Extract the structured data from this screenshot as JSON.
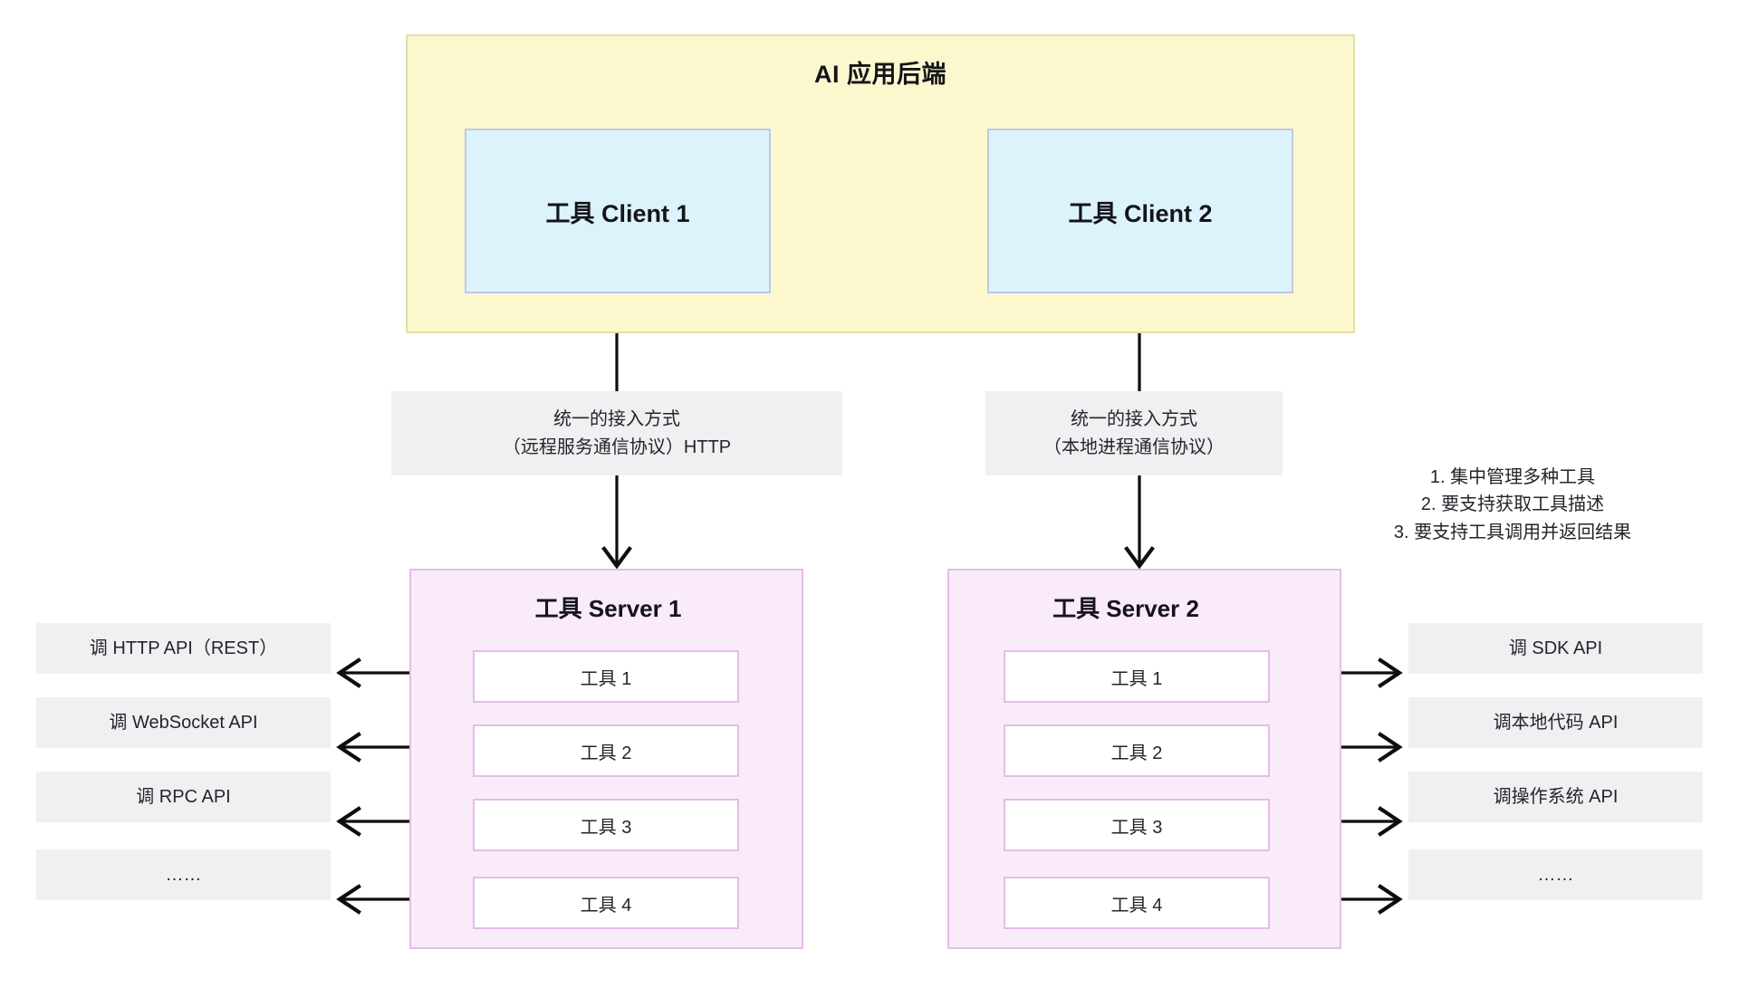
{
  "backend": {
    "title": "AI 应用后端",
    "fill_color": "#FCF8CD",
    "border_color": "#E3DFA8",
    "clients": [
      {
        "label": "工具 Client 1",
        "fill_color": "#DCF3FB"
      },
      {
        "label": "工具 Client 2",
        "fill_color": "#DCF3FB"
      }
    ]
  },
  "protocols": [
    {
      "line1": "统一的接入方式",
      "line2": "（远程服务通信协议）HTTP"
    },
    {
      "line1": "统一的接入方式",
      "line2": "（本地进程通信协议）"
    }
  ],
  "notes": [
    "1. 集中管理多种工具",
    "2. 要支持获取工具描述",
    "3. 要支持工具调用并返回结果"
  ],
  "servers": [
    {
      "title": "工具 Server 1",
      "fill_color": "#FAEBFA",
      "border_color": "#E4BDE8",
      "tools": [
        "工具 1",
        "工具 2",
        "工具 3",
        "工具 4"
      ],
      "arrow_direction": "left",
      "targets": [
        "调 HTTP API（REST）",
        "调 WebSocket API",
        "调 RPC API",
        "……"
      ]
    },
    {
      "title": "工具 Server 2",
      "fill_color": "#FAEBFA",
      "border_color": "#E4BDE8",
      "tools": [
        "工具 1",
        "工具 2",
        "工具 3",
        "工具 4"
      ],
      "arrow_direction": "right",
      "targets": [
        "调 SDK API",
        "调本地代码 API",
        "调操作系统 API",
        "……"
      ]
    }
  ],
  "colors": {
    "label_fill": "#EFF0F1",
    "line": "#0d0d12",
    "text": "#25252b"
  }
}
